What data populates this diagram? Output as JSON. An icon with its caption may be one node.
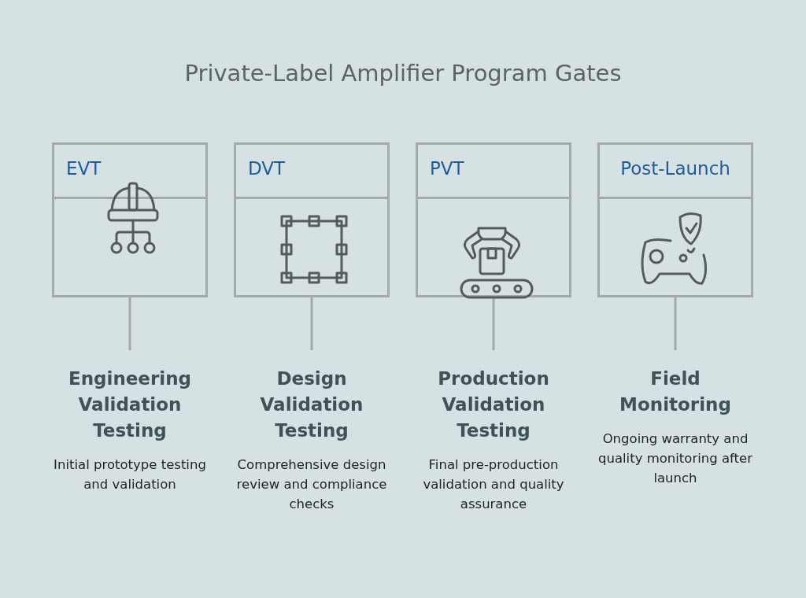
{
  "diagram": {
    "title": "Private-Label Amplifier Program Gates",
    "nodes": [
      {
        "text": [
          "EVT"
        ]
      },
      {
        "text": [
          "DVT"
        ]
      },
      {
        "text": [
          "PVT"
        ]
      },
      {
        "text": [
          "Post-Launch"
        ]
      },
      {
        "text": [
          "Engineering Validation Testing",
          "Initial prototype testing and validation"
        ]
      },
      {
        "text": [
          "Design Validation Testing",
          "Comprehensive design review and compliance checks"
        ]
      },
      {
        "text": [
          "Production Validation Testing",
          "Final pre-production validation and quality assurance"
        ]
      },
      {
        "text": [
          "Field Monitoring",
          "Ongoing warranty and quality monitoring after launch"
        ]
      }
    ],
    "edges": [
      {
        "from": 0,
        "to": 4,
        "arrow": "none"
      },
      {
        "from": 1,
        "to": 5,
        "arrow": "none"
      },
      {
        "from": 2,
        "to": 6,
        "arrow": "none"
      },
      {
        "from": 3,
        "to": 7,
        "arrow": "none"
      }
    ]
  }
}
